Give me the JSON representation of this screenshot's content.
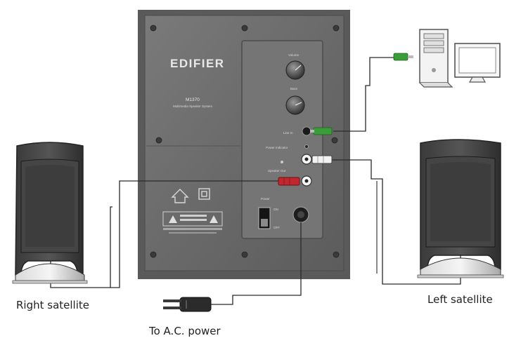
{
  "subwoofer": {
    "brand": "EDIFIER",
    "model": "M1370",
    "model_subtitle": "Multimedia Speaker System",
    "knob_labels": {
      "volume": "Volume",
      "bass": "Bass"
    },
    "jack_labels": {
      "line_in": "Line In",
      "power_indicator": "Power Indicator",
      "speaker_out": "Speaker Out"
    },
    "switch": {
      "label": "Power",
      "on": "ON",
      "off": "OFF"
    }
  },
  "captions": {
    "right_satellite": "Right satellite",
    "left_satellite": "Left satellite",
    "ac_power": "To A.C. power"
  },
  "colors": {
    "panel": "#6e6e6e",
    "panel_dark": "#3e3e3e",
    "cable": "#2a2a2a",
    "green_plug": "#3a9d3a",
    "red_plug": "#c0282d",
    "white_plug": "#f2f2f2"
  }
}
